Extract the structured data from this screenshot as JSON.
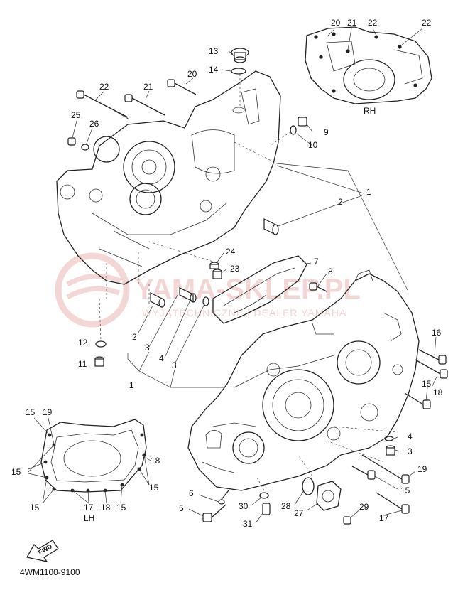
{
  "diagram_code": "4WM1100-9100",
  "side_labels": {
    "rh": "RH",
    "lh": "LH"
  },
  "fwd_label": "FWD",
  "watermark": {
    "main": "YAMA-SKLEP.PL",
    "sub": "WYJĄTECHNICZNE | DEALER YAMAHA"
  },
  "colors": {
    "line": "#222222",
    "watermark": "#e9b6b6",
    "background": "#ffffff"
  },
  "callouts": [
    {
      "id": "c-20-rh",
      "text": "20"
    },
    {
      "id": "c-21-rh",
      "text": "21"
    },
    {
      "id": "c-22-rh-a",
      "text": "22"
    },
    {
      "id": "c-22-rh-b",
      "text": "22"
    },
    {
      "id": "c-13",
      "text": "13"
    },
    {
      "id": "c-14",
      "text": "14"
    },
    {
      "id": "c-20",
      "text": "20"
    },
    {
      "id": "c-21",
      "text": "21"
    },
    {
      "id": "c-22",
      "text": "22"
    },
    {
      "id": "c-25",
      "text": "25"
    },
    {
      "id": "c-26",
      "text": "26"
    },
    {
      "id": "c-9",
      "text": "9"
    },
    {
      "id": "c-10",
      "text": "10"
    },
    {
      "id": "c-1-top",
      "text": "1"
    },
    {
      "id": "c-2-top",
      "text": "2"
    },
    {
      "id": "c-24",
      "text": "24"
    },
    {
      "id": "c-23",
      "text": "23"
    },
    {
      "id": "c-7",
      "text": "7"
    },
    {
      "id": "c-8",
      "text": "8"
    },
    {
      "id": "c-12",
      "text": "12"
    },
    {
      "id": "c-11",
      "text": "11"
    },
    {
      "id": "c-2-low",
      "text": "2"
    },
    {
      "id": "c-3-a",
      "text": "3"
    },
    {
      "id": "c-4-a",
      "text": "4"
    },
    {
      "id": "c-3-b",
      "text": "3"
    },
    {
      "id": "c-1-low",
      "text": "1"
    },
    {
      "id": "c-16",
      "text": "16"
    },
    {
      "id": "c-15-r",
      "text": "15"
    },
    {
      "id": "c-18-r",
      "text": "18"
    },
    {
      "id": "c-4-b",
      "text": "4"
    },
    {
      "id": "c-3-c",
      "text": "3"
    },
    {
      "id": "c-19-r",
      "text": "19"
    },
    {
      "id": "c-15-mid",
      "text": "15"
    },
    {
      "id": "c-17-r",
      "text": "17"
    },
    {
      "id": "c-29",
      "text": "29"
    },
    {
      "id": "c-28",
      "text": "28"
    },
    {
      "id": "c-27",
      "text": "27"
    },
    {
      "id": "c-30",
      "text": "30"
    },
    {
      "id": "c-31",
      "text": "31"
    },
    {
      "id": "c-6",
      "text": "6"
    },
    {
      "id": "c-5",
      "text": "5"
    },
    {
      "id": "c-15-lh-a",
      "text": "15"
    },
    {
      "id": "c-19-lh",
      "text": "19"
    },
    {
      "id": "c-15-lh-b",
      "text": "15"
    },
    {
      "id": "c-18-lh",
      "text": "18"
    },
    {
      "id": "c-15-lh-c",
      "text": "15"
    },
    {
      "id": "c-15-lh-d",
      "text": "15"
    },
    {
      "id": "c-17-lh",
      "text": "17"
    },
    {
      "id": "c-18-lh-b",
      "text": "18"
    },
    {
      "id": "c-15-lh-e",
      "text": "15"
    }
  ]
}
